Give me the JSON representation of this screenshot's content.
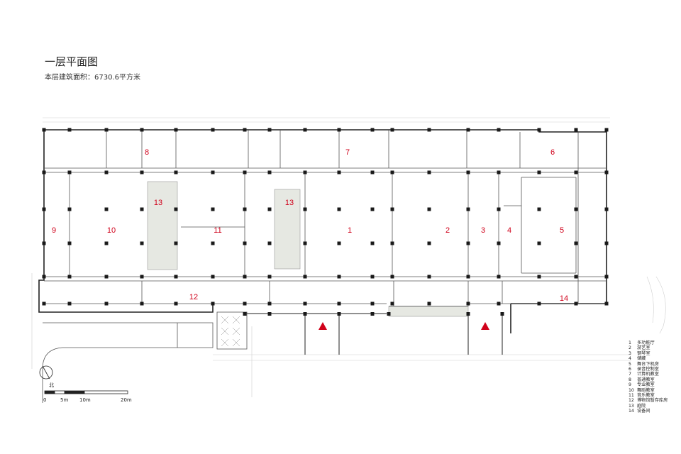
{
  "header": {
    "title": "一层平面图",
    "subtitle": "本层建筑面积：6730.6平方米"
  },
  "rooms": [
    {
      "num": "1",
      "name": "多功能厅"
    },
    {
      "num": "2",
      "name": "游艺室"
    },
    {
      "num": "3",
      "name": "钢琴室"
    },
    {
      "num": "4",
      "name": "储藏"
    },
    {
      "num": "5",
      "name": "舞台下机房"
    },
    {
      "num": "6",
      "name": "录音控制室"
    },
    {
      "num": "7",
      "name": "计算机教室"
    },
    {
      "num": "8",
      "name": "普通教室"
    },
    {
      "num": "9",
      "name": "专业教室"
    },
    {
      "num": "10",
      "name": "舞蹈教室"
    },
    {
      "num": "11",
      "name": "音乐教室"
    },
    {
      "num": "12",
      "name": "博物馆暂存库房"
    },
    {
      "num": "13",
      "name": "庭院"
    },
    {
      "num": "14",
      "name": "设备间"
    }
  ],
  "scale": {
    "labels": [
      "0",
      "5m",
      "10m",
      "20m"
    ]
  },
  "north": {
    "label": "北"
  },
  "colors": {
    "room_label": "#d0021b",
    "courtyard": "#e6e8e2",
    "wall": "#222222",
    "entrance": "#d0021b"
  }
}
